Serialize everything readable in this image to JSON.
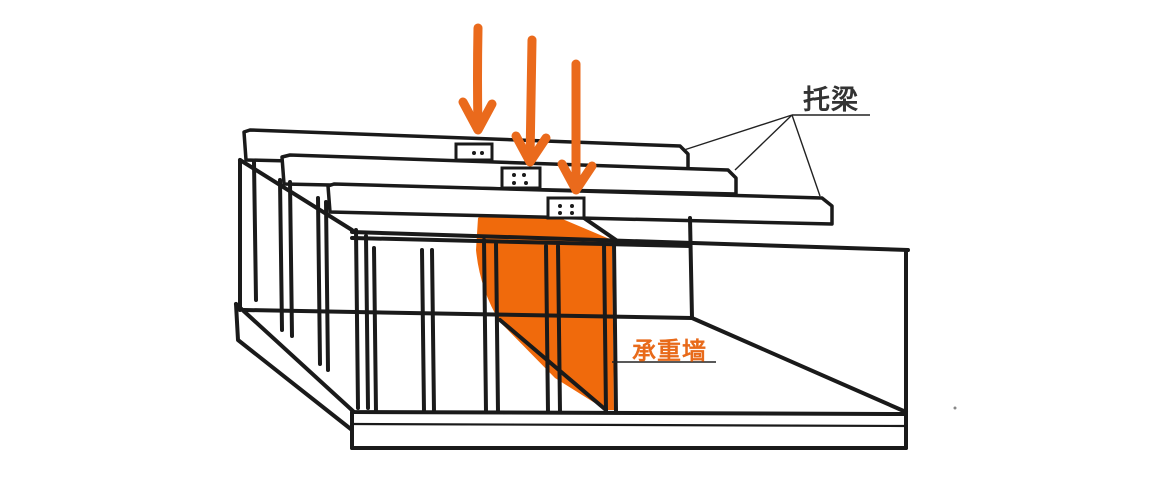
{
  "diagram": {
    "type": "architectural-sketch",
    "labels": {
      "beam": "托梁",
      "bearing_wall": "承重墙"
    },
    "colors": {
      "accent": "#f06a0c",
      "arrow": "#ea6a1c",
      "line": "#1a1a1a",
      "background": "#ffffff"
    },
    "elements": {
      "load_arrows": 3,
      "beams": 3,
      "beam_leader_lines": 3
    }
  }
}
